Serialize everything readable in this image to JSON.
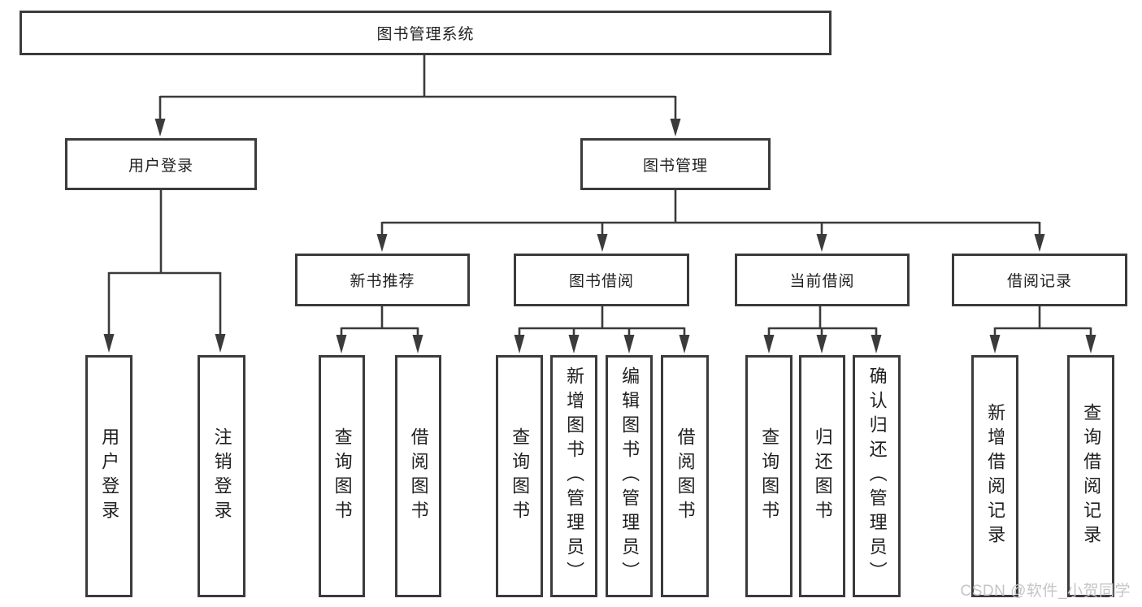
{
  "diagram": {
    "title": "图书管理系统",
    "level2": {
      "user_login": "用户登录",
      "book_management": "图书管理"
    },
    "level3": {
      "new_book_recommend": "新书推荐",
      "book_borrowing": "图书借阅",
      "current_borrowing": "当前借阅",
      "borrowing_records": "借阅记录"
    },
    "leaves": {
      "user_login": "用户登录",
      "logout": "注销登录",
      "rec_query_books": "查询图书",
      "rec_borrow_books": "借阅图书",
      "bb_query_books": "查询图书",
      "bb_add_books_admin": "新增图书（管理员）",
      "bb_edit_books_admin": "编辑图书（管理员）",
      "bb_borrow_books": "借阅图书",
      "cb_query_books": "查询图书",
      "cb_return_books": "归还图书",
      "cb_confirm_return_admin": "确认归还（管理员）",
      "br_add_record": "新增借阅记录",
      "br_query_record": "查询借阅记录"
    },
    "watermark": "CSDN @软件_小贺同学"
  },
  "colors": {
    "line": "#3b3b3b",
    "text": "#1f1f1f",
    "background": "#ffffff",
    "watermark": "#c5c5c5"
  }
}
